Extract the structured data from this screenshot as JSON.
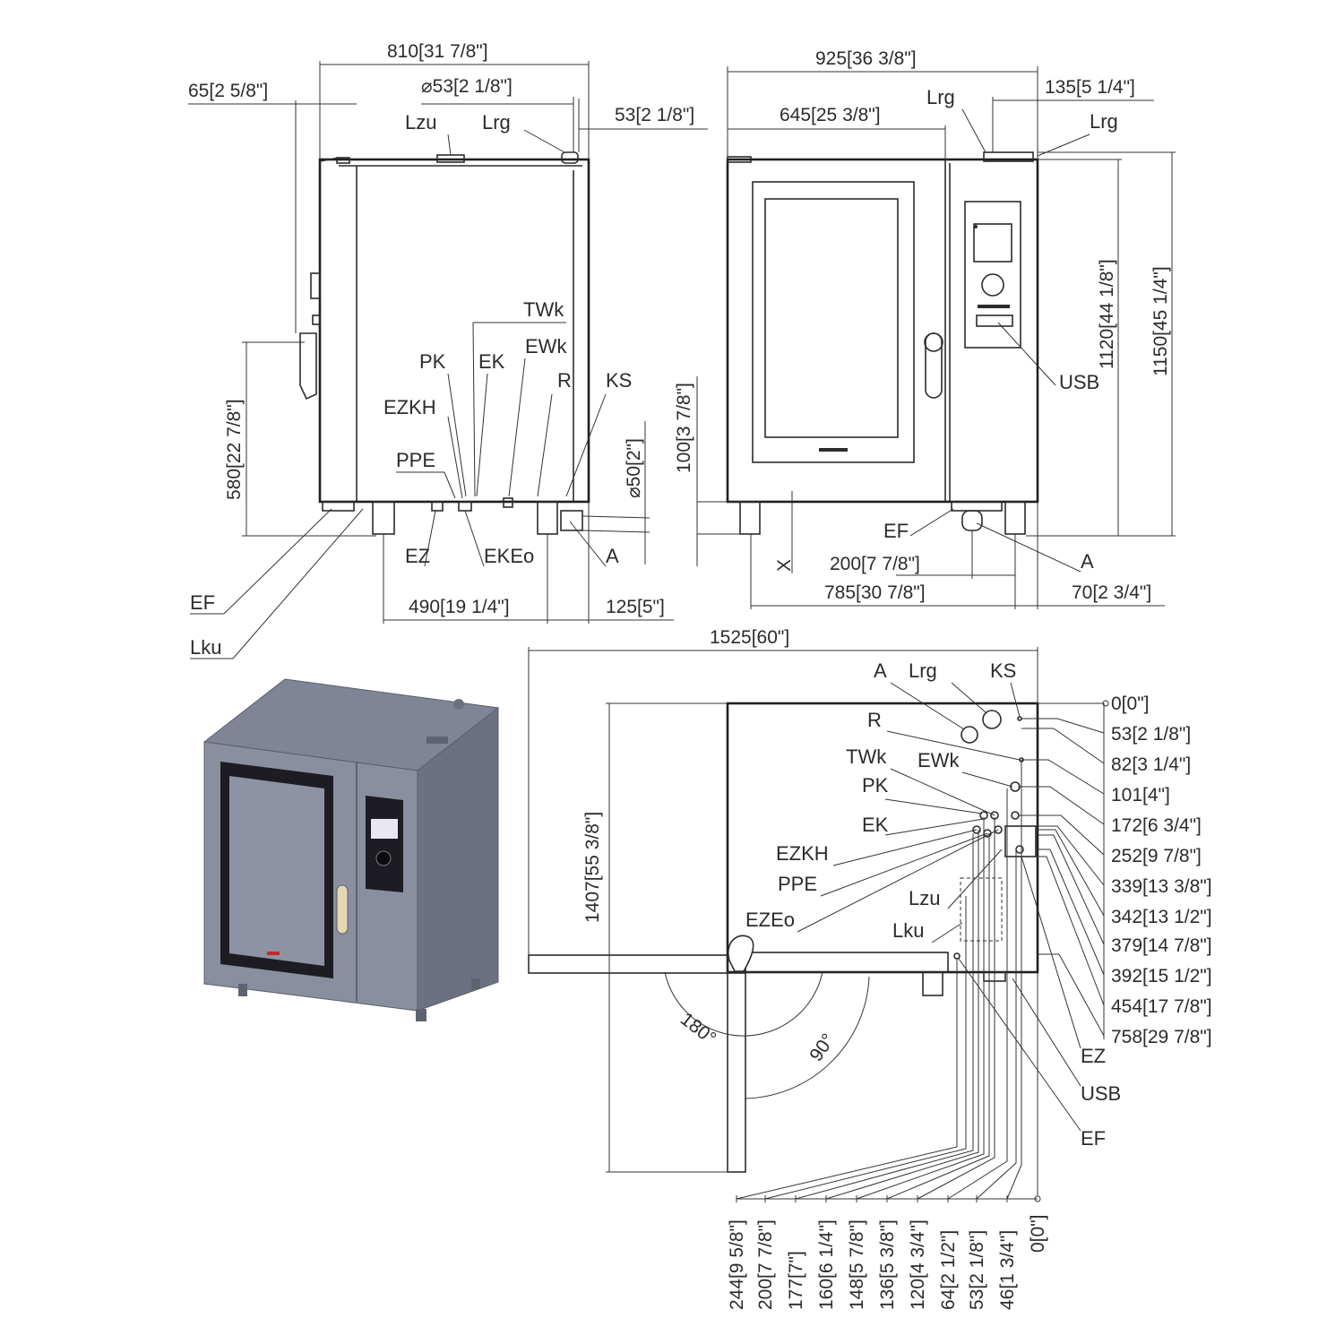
{
  "side_view": {
    "dims": {
      "width": "810[31 7/8\"]",
      "left_offset": "65[2 5/8\"]",
      "pipe_diameter": "⌀53[2 1/8\"]",
      "pipe_offset": "53[2 1/8\"]",
      "handle_height": "580[22 7/8\"]",
      "drain_diameter": "⌀50[2\"]",
      "leg_span": "490[19 1/4\"]",
      "rear_offset": "125[5\"]"
    },
    "labels": {
      "lzu": "Lzu",
      "lrg": "Lrg",
      "twk": "TWk",
      "pk": "PK",
      "ek": "EK",
      "ewk": "EWk",
      "r": "R",
      "ks": "KS",
      "ezkh": "EZKH",
      "ppe": "PPE",
      "ef": "EF",
      "lku": "Lku",
      "ez": "EZ",
      "ekeo": "EKEo",
      "a": "A"
    }
  },
  "front_view": {
    "dims": {
      "width": "925[36 3/8\"]",
      "door_width": "645[25 3/8\"]",
      "right_offset": "135[5 1/4\"]",
      "height_body": "1120[44 1/8\"]",
      "height_total": "1150[45 1/4\"]",
      "leg_height": "100[3 7/8\"]",
      "x_label": "X",
      "front_200": "200[7 7/8\"]",
      "leg_span": "785[30 7/8\"]",
      "right_70": "70[2 3/4\"]"
    },
    "labels": {
      "lrg_top": "Lrg",
      "lrg_right": "Lrg",
      "usb": "USB",
      "ef": "EF",
      "a": "A"
    }
  },
  "top_view": {
    "dims": {
      "total_depth": "1525[60\"]",
      "door_depth": "1407[55 3/8\"]",
      "angle_180": "180°",
      "angle_90": "90°"
    },
    "right_ordinates": [
      "0[0\"]",
      "53[2 1/8\"]",
      "82[3 1/4\"]",
      "101[4\"]",
      "172[6 3/4\"]",
      "252[9 7/8\"]",
      "339[13 3/8\"]",
      "342[13 1/2\"]",
      "379[14 7/8\"]",
      "392[15 1/2\"]",
      "454[17 7/8\"]",
      "758[29 7/8\"]"
    ],
    "bottom_ordinates": [
      "244[9 5/8\"]",
      "200[7 7/8\"]",
      "177[7\"]",
      "160[6 1/4\"]",
      "148[5 7/8\"]",
      "136[5 3/8\"]",
      "120[4 3/4\"]",
      "64[2 1/2\"]",
      "53[2 1/8\"]",
      "46[1 3/4\"]",
      "0[0\"]"
    ],
    "labels": {
      "a": "A",
      "lrg": "Lrg",
      "ks": "KS",
      "r": "R",
      "twk": "TWk",
      "ewk": "EWk",
      "pk": "PK",
      "ek": "EK",
      "ezkh": "EZKH",
      "ppe": "PPE",
      "lzu": "Lzu",
      "ezeo": "EZEo",
      "lku": "Lku",
      "ez": "EZ",
      "usb": "USB",
      "ef": "EF"
    }
  },
  "colors": {
    "line": "#2b2b2b",
    "oven_body": "#8a8fa0",
    "oven_dark": "#5e6372",
    "glass": "#1c1c22"
  }
}
